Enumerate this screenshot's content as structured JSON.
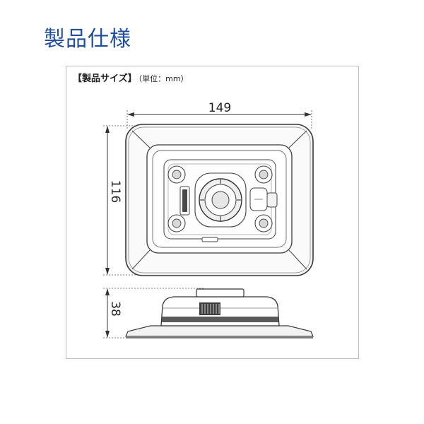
{
  "page": {
    "title": "製品仕様"
  },
  "spec": {
    "heading": "【製品サイズ】",
    "unit": "（単位：mm）"
  },
  "dimensions": {
    "width": "149",
    "height": "116",
    "depth": "38"
  },
  "colors": {
    "title": "#1f4e9f",
    "line": "#333333",
    "frame": "#bdbdbd"
  }
}
